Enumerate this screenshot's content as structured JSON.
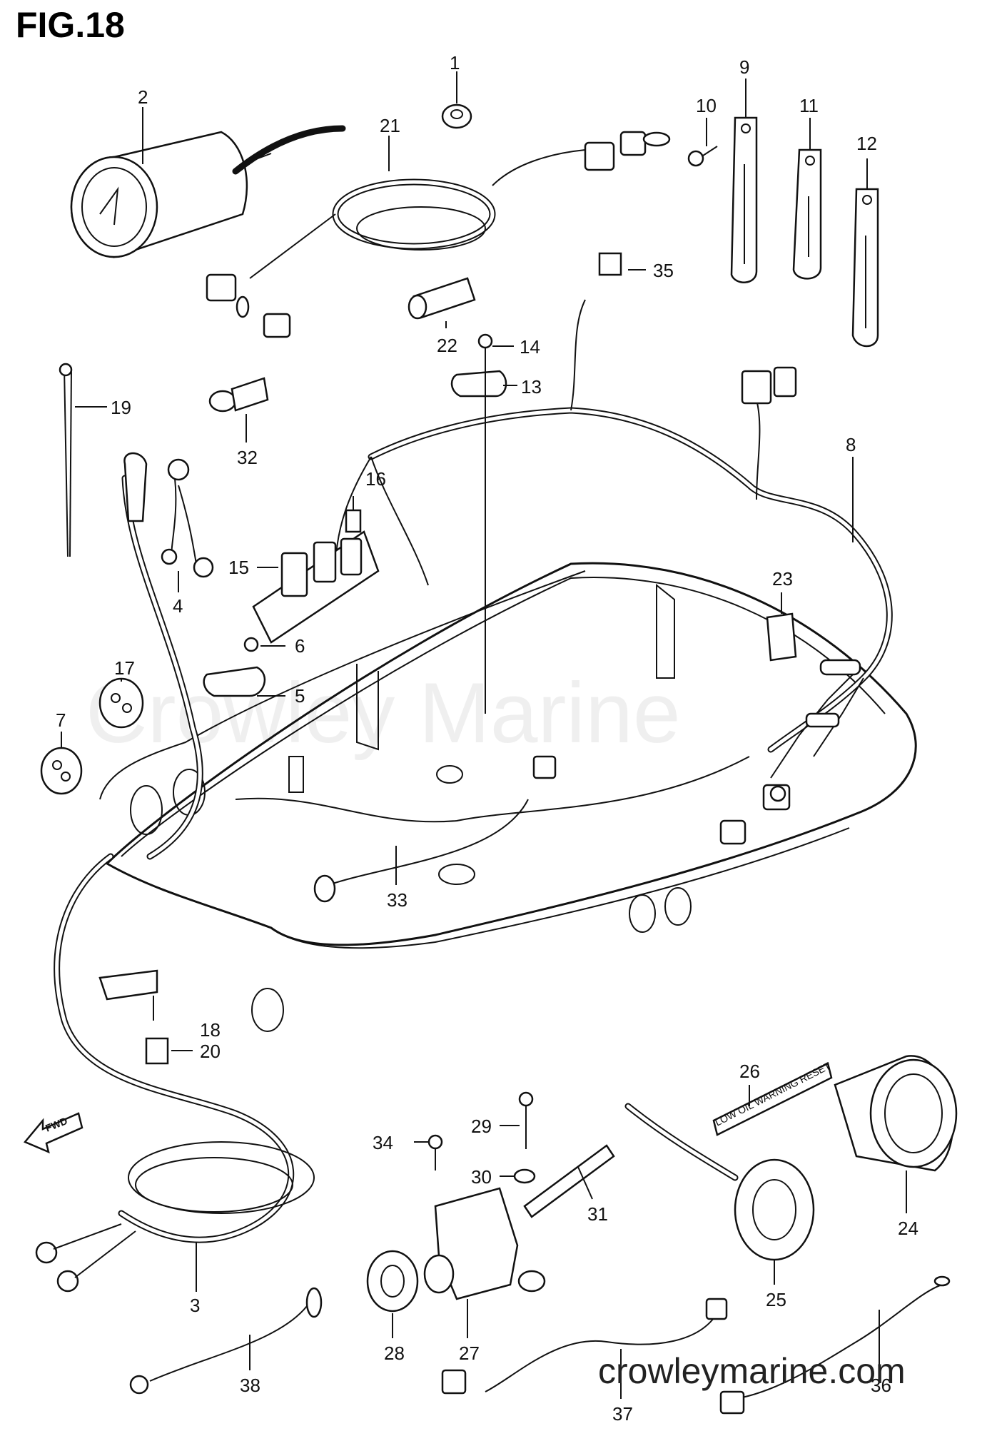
{
  "figure": {
    "title": "FIG.18",
    "watermark": "Crowley Marine",
    "website": "crowleymarine.com",
    "direction_arrow": "FWD",
    "panel_label": "LOW OIL WARNING RESET"
  },
  "callouts": [
    "1",
    "2",
    "3",
    "4",
    "5",
    "6",
    "7",
    "8",
    "9",
    "10",
    "11",
    "12",
    "13",
    "14",
    "15",
    "16",
    "17",
    "18",
    "19",
    "20",
    "21",
    "22",
    "23",
    "24",
    "25",
    "26",
    "27",
    "28",
    "29",
    "30",
    "31",
    "32",
    "33",
    "34",
    "35",
    "36",
    "37",
    "38"
  ]
}
